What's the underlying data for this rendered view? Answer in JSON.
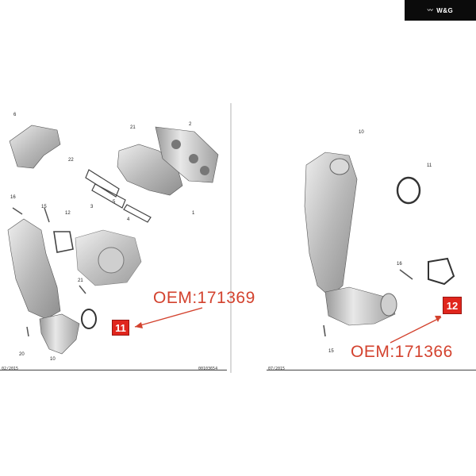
{
  "brand": {
    "text": "W&G",
    "logo_icon": "wave-logo-icon"
  },
  "left_panel": {
    "footer_left": "02/2015",
    "footer_right": "00103654",
    "oem_label": "OEM:171369",
    "badge": "11",
    "callouts": [
      "6",
      "21",
      "2",
      "22",
      "3",
      "5",
      "4",
      "1",
      "16",
      "15",
      "12",
      "21",
      "20",
      "10"
    ]
  },
  "right_panel": {
    "footer_left": "07/2015",
    "oem_label": "OEM:171366",
    "badge": "12",
    "callouts": [
      "10",
      "11",
      "16",
      "15"
    ]
  },
  "colors": {
    "accent_red": "#e0261d",
    "oem_text": "#d3422e",
    "brand_bg": "#0b0b0b"
  }
}
